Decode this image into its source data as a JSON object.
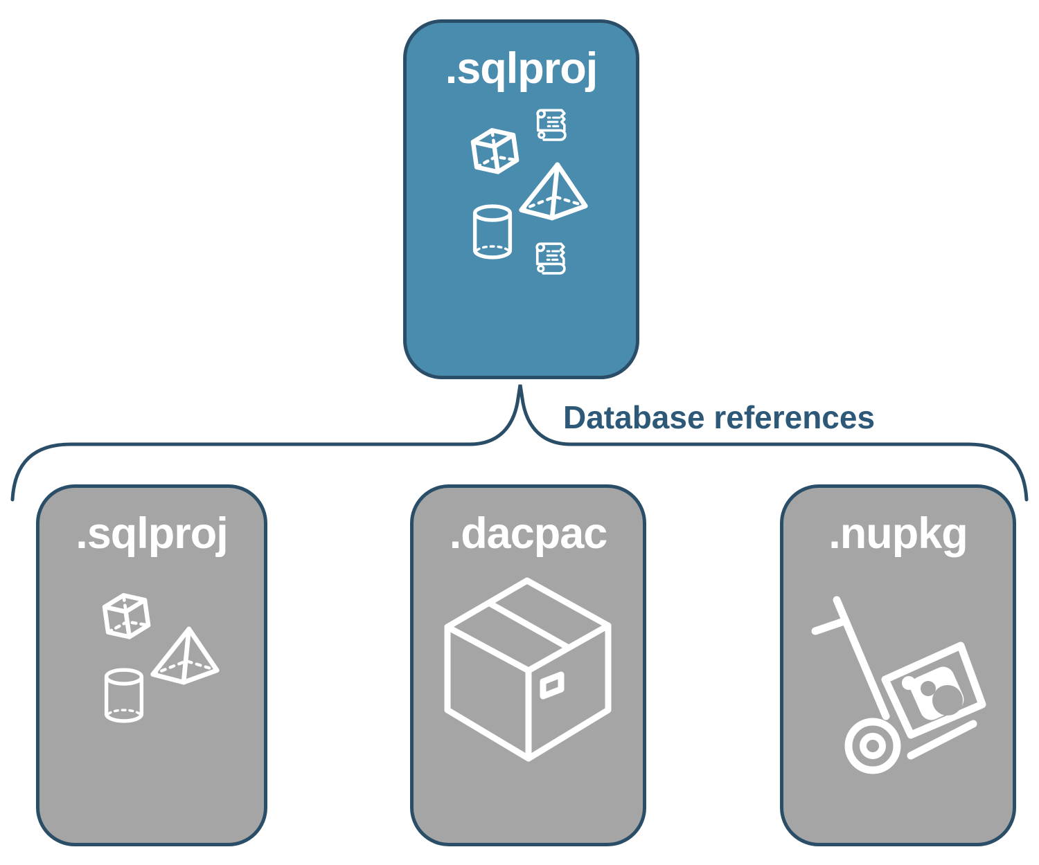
{
  "diagram": {
    "connector": {
      "type": "brace",
      "label": "Database references"
    },
    "root_node": {
      "id": "sqlproj-top",
      "label": ".sqlproj",
      "fill_color": "#4a8cad",
      "icons": [
        "scroll-icon",
        "cube-icon",
        "pyramid-icon",
        "cylinder-icon",
        "scroll-icon"
      ]
    },
    "child_nodes": [
      {
        "id": "sqlproj-child",
        "label": ".sqlproj",
        "fill_color": "#a5a5a5",
        "icons": [
          "cube-icon",
          "pyramid-icon",
          "cylinder-icon"
        ]
      },
      {
        "id": "dacpac",
        "label": ".dacpac",
        "fill_color": "#a5a5a5",
        "icons": [
          "package-box-icon"
        ]
      },
      {
        "id": "nupkg",
        "label": ".nupkg",
        "fill_color": "#a5a5a5",
        "icons": [
          "hand-truck-nuget-icon"
        ]
      }
    ],
    "colors": {
      "accent_teal": "#4a8cad",
      "node_gray": "#a5a5a5",
      "outline_navy": "#2a4e68",
      "node_label_text": "#ffffff",
      "connector_text": "#2d5878",
      "background": "#ffffff"
    }
  }
}
